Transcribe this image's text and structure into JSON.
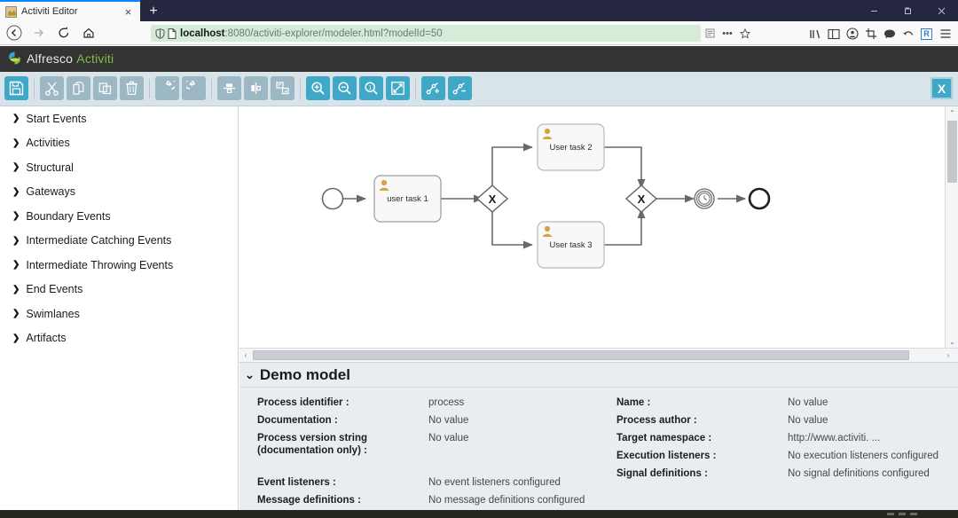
{
  "browser": {
    "tab": {
      "title": "Activiti Editor",
      "favicon": "activiti-favicon",
      "close": "×"
    },
    "newtab_label": "+",
    "nav": {
      "back": "←",
      "forward": "→",
      "reload": "⟳",
      "home": "⌂"
    },
    "url": {
      "protocol_host": "localhost",
      "rest": ":8080/activiti-explorer/modeler.html?modelId=50",
      "shield_icon": "shield-icon",
      "page_icon": "page-icon"
    },
    "url_actions": [
      {
        "name": "reader-mode-icon",
        "glyph": "▒"
      },
      {
        "name": "page-actions-icon",
        "glyph": "•••"
      },
      {
        "name": "bookmark-star-icon",
        "glyph": "☆"
      }
    ],
    "toolbar_icons": [
      {
        "name": "library-icon",
        "glyph": "‖\\"
      },
      {
        "name": "sidebar-icon",
        "glyph": "▤"
      },
      {
        "name": "pocket-icon",
        "glyph": "◉"
      },
      {
        "name": "screenshot-icon",
        "glyph": "⬚"
      },
      {
        "name": "chat-icon",
        "glyph": "⬬"
      },
      {
        "name": "history-back-icon",
        "glyph": "↶"
      },
      {
        "name": "extension-badge-r",
        "glyph": "R"
      },
      {
        "name": "hamburger-menu-icon",
        "glyph": "≡"
      }
    ],
    "window_controls": [
      {
        "name": "minimize-button",
        "glyph": "–"
      },
      {
        "name": "maximize-button",
        "glyph": "❐"
      },
      {
        "name": "close-button",
        "glyph": "×"
      }
    ]
  },
  "app_header": {
    "brand_first": "Alfresco",
    "brand_second": "Activiti",
    "logo": "alfresco-logo"
  },
  "editor_toolbar": {
    "close_label": "X",
    "buttons": [
      {
        "name": "save-button",
        "icon": "save-icon",
        "enabled": true
      },
      {
        "name": "cut-button",
        "icon": "scissors-icon",
        "enabled": false
      },
      {
        "name": "copy-button",
        "icon": "copy-icon",
        "enabled": false
      },
      {
        "name": "paste-button",
        "icon": "paste-icon",
        "enabled": false
      },
      {
        "name": "delete-button",
        "icon": "trash-icon",
        "enabled": false
      },
      {
        "name": "redo-button",
        "icon": "redo-arrow-icon",
        "enabled": false
      },
      {
        "name": "undo-button",
        "icon": "undo-arrow-icon",
        "enabled": false
      },
      {
        "name": "align-horizontal-button",
        "icon": "align-horizontal-icon",
        "enabled": false
      },
      {
        "name": "align-vertical-button",
        "icon": "align-vertical-icon",
        "enabled": false
      },
      {
        "name": "same-size-button",
        "icon": "same-size-icon",
        "enabled": false
      },
      {
        "name": "zoom-in-button",
        "icon": "magnifier-plus-icon",
        "enabled": true
      },
      {
        "name": "zoom-out-button",
        "icon": "magnifier-minus-icon",
        "enabled": true
      },
      {
        "name": "zoom-actual-button",
        "icon": "magnifier-one-icon",
        "enabled": true
      },
      {
        "name": "zoom-fit-button",
        "icon": "zoom-fit-icon",
        "enabled": true
      },
      {
        "name": "add-bendpoint-button",
        "icon": "bendpoint-plus-icon",
        "enabled": true
      },
      {
        "name": "remove-bendpoint-button",
        "icon": "bendpoint-minus-icon",
        "enabled": true
      }
    ]
  },
  "palette": {
    "items": [
      {
        "label": "Start Events"
      },
      {
        "label": "Activities"
      },
      {
        "label": "Structural"
      },
      {
        "label": "Gateways"
      },
      {
        "label": "Boundary Events"
      },
      {
        "label": "Intermediate Catching Events"
      },
      {
        "label": "Intermediate Throwing Events"
      },
      {
        "label": "End Events"
      },
      {
        "label": "Swimlanes"
      },
      {
        "label": "Artifacts"
      }
    ],
    "arrow_glyph": "❯"
  },
  "diagram": {
    "nodes": [
      {
        "id": "start",
        "type": "start-event",
        "label": ""
      },
      {
        "id": "task1",
        "type": "user-task",
        "label": "user task 1"
      },
      {
        "id": "gwsplit",
        "type": "exclusive-gateway",
        "label": "X"
      },
      {
        "id": "task2",
        "type": "user-task",
        "label": "User task 2"
      },
      {
        "id": "task3",
        "type": "user-task",
        "label": "User task 3"
      },
      {
        "id": "gwjoin",
        "type": "exclusive-gateway",
        "label": "X"
      },
      {
        "id": "timer",
        "type": "intermediate-timer-event",
        "label": ""
      },
      {
        "id": "end",
        "type": "end-event",
        "label": ""
      }
    ]
  },
  "properties": {
    "title": "Demo model",
    "caret": "⌄",
    "left": [
      {
        "label": "Process identifier :",
        "value": "process",
        "tall": false
      },
      {
        "label": "Documentation :",
        "value": "No value",
        "tall": false
      },
      {
        "label": "Process version string (documentation only) :",
        "value": "No value",
        "tall": true
      },
      {
        "label": "Event listeners :",
        "value": "No event listeners configured",
        "tall": false
      },
      {
        "label": "Message definitions :",
        "value": "No message definitions configured",
        "tall": false
      }
    ],
    "right": [
      {
        "label": "Name :",
        "value": "No value",
        "tall": false
      },
      {
        "label": "Process author :",
        "value": "No value",
        "tall": false
      },
      {
        "label": "Target namespace :",
        "value": "http://www.activiti. ...",
        "tall": false
      },
      {
        "label": "Execution listeners :",
        "value": "No execution listeners configured",
        "tall": false
      },
      {
        "label": "Signal definitions :",
        "value": "No signal definitions configured",
        "tall": false
      }
    ]
  },
  "scrollbars": {
    "v_up": "⌃",
    "v_down": "⌄",
    "h_left": "‹",
    "h_right": "›"
  },
  "colors": {
    "accent_teal": "#3fa8c6",
    "disabled_teal": "#9cb8c4",
    "toolbar_bg": "#d9e3ea",
    "header_dark": "#333333",
    "brand_green": "#7dbd42",
    "panel_bg": "#e8edf2",
    "shape_stroke": "#686868",
    "task_icon": "#d8a441"
  }
}
